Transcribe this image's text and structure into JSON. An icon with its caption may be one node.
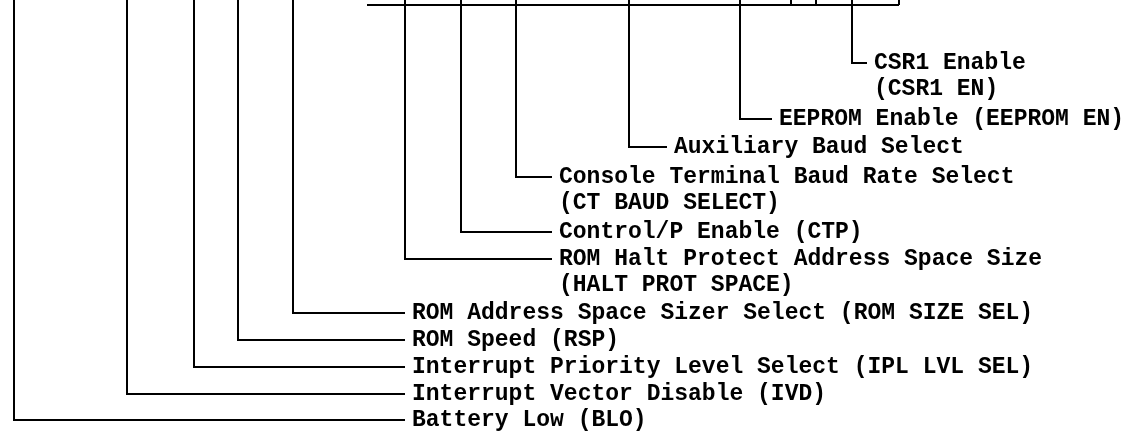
{
  "diagram": {
    "nodes": [
      {
        "text": [
          "CSR1 Enable (CSR1 EN)"
        ]
      },
      {
        "text": [
          "EEPROM Enable (EEPROM EN)"
        ]
      },
      {
        "text": [
          "Auxiliary Baud Select"
        ]
      },
      {
        "text": [
          "Console Terminal Baud Rate Select (CT BAUD SELECT)"
        ]
      },
      {
        "text": [
          "Control/P Enable (CTP)"
        ]
      },
      {
        "text": [
          "ROM Halt Protect Address Space Size (HALT PROT SPACE)"
        ]
      },
      {
        "text": [
          "ROM Address Space Sizer Select (ROM SIZE SEL)"
        ]
      },
      {
        "text": [
          "ROM Speed (RSP)"
        ]
      },
      {
        "text": [
          "Interrupt Priority Level Select (IPL LVL SEL)"
        ]
      },
      {
        "text": [
          "Interrupt Vector Disable (IVD)"
        ]
      },
      {
        "text": [
          "Battery Low (BLO)"
        ]
      }
    ],
    "edges": [
      {
        "from": 0,
        "to": null,
        "arrow": "none"
      },
      {
        "from": 1,
        "to": null,
        "arrow": "none"
      },
      {
        "from": 2,
        "to": null,
        "arrow": "none"
      },
      {
        "from": 3,
        "to": null,
        "arrow": "none"
      },
      {
        "from": 4,
        "to": null,
        "arrow": "none"
      },
      {
        "from": 5,
        "to": null,
        "arrow": "none"
      },
      {
        "from": 6,
        "to": null,
        "arrow": "none"
      },
      {
        "from": 7,
        "to": null,
        "arrow": "none"
      },
      {
        "from": 8,
        "to": null,
        "arrow": "none"
      },
      {
        "from": 9,
        "to": null,
        "arrow": "none"
      },
      {
        "from": 10,
        "to": null,
        "arrow": "none"
      }
    ]
  }
}
